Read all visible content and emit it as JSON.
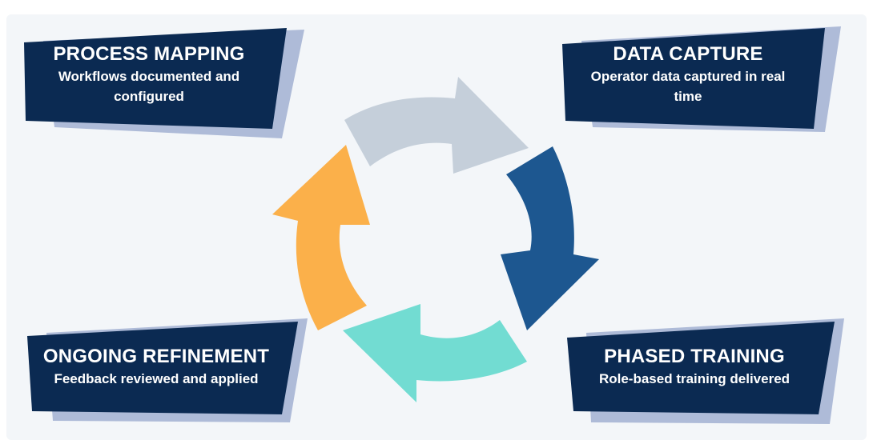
{
  "colors": {
    "card_fill": "#0b2a52",
    "card_shadow": "#aebbd8",
    "arrow_top": "#c5cfda",
    "arrow_right": "#1d5790",
    "arrow_bottom": "#72dcd2",
    "arrow_left": "#fbb04a",
    "background": "#f3f6f9"
  },
  "cards": {
    "process_mapping": {
      "title": "PROCESS MAPPING",
      "body": "Workflows documented and configured"
    },
    "data_capture": {
      "title": "DATA CAPTURE",
      "body": "Operator data captured in real time"
    },
    "ongoing_refinement": {
      "title": "ONGOING REFINEMENT",
      "body": "Feedback reviewed and applied"
    },
    "phased_training": {
      "title": "PHASED TRAINING",
      "body": "Role-based training delivered"
    }
  }
}
